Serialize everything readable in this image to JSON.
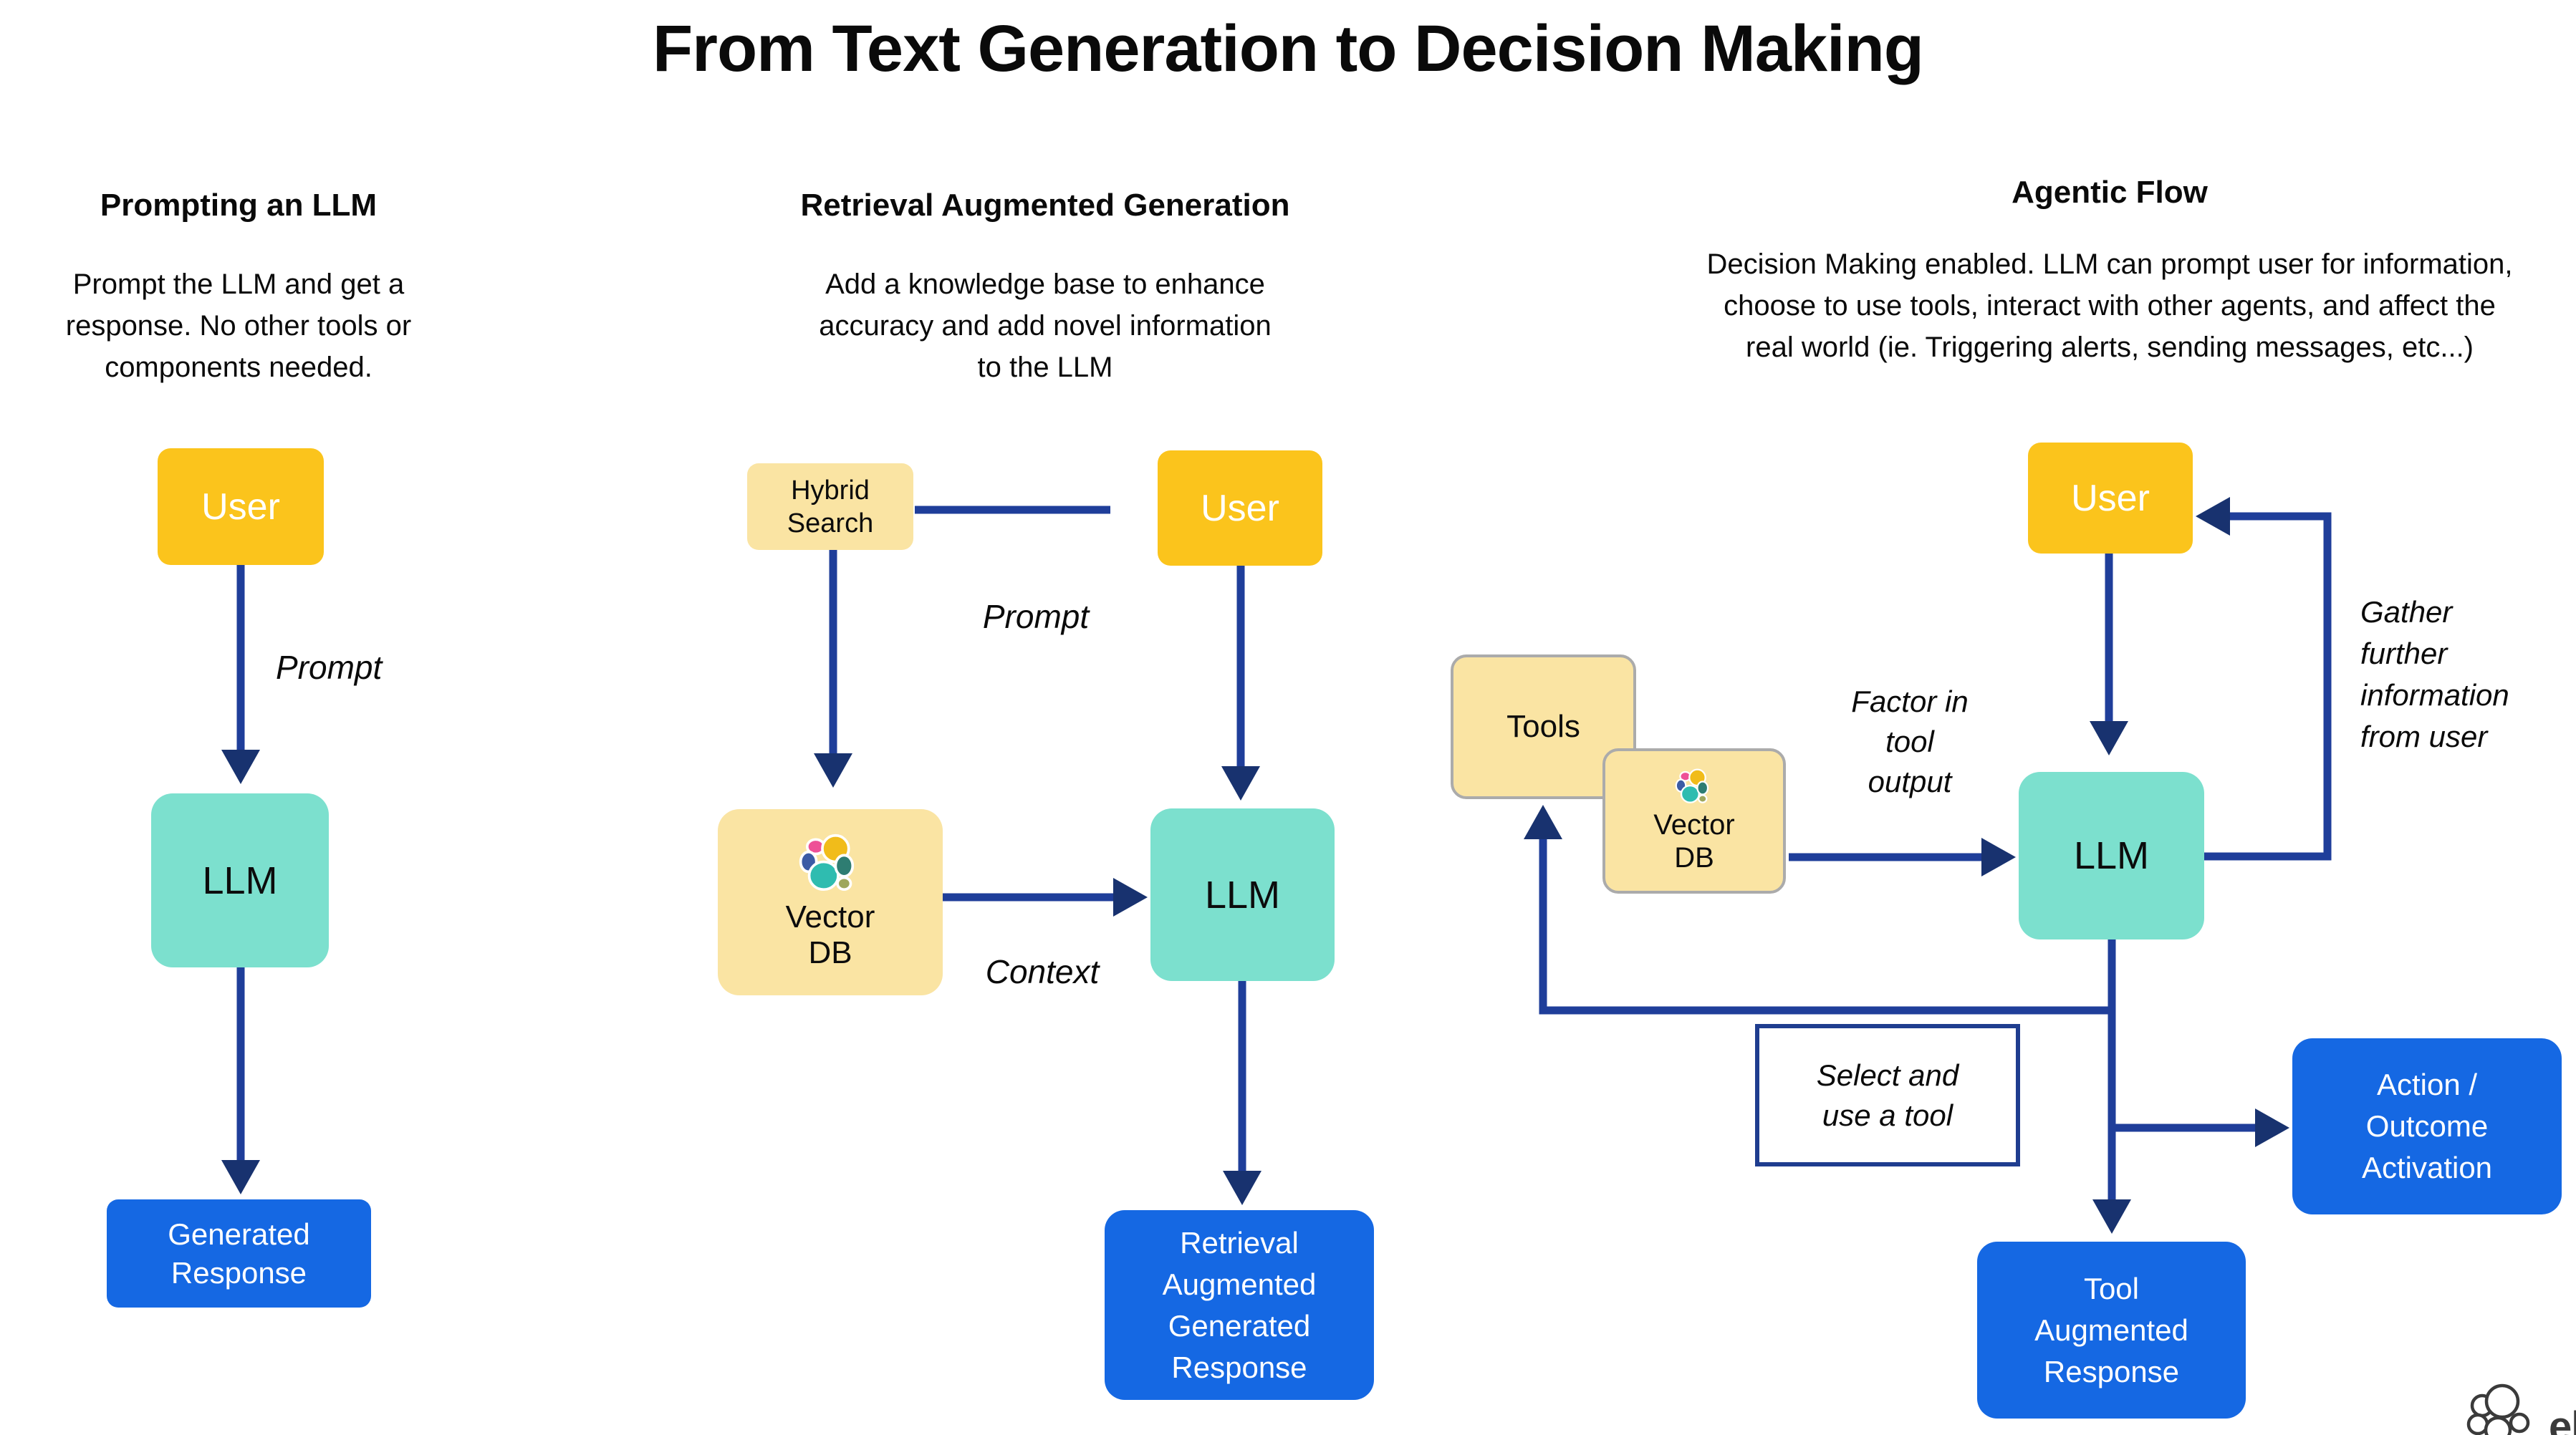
{
  "title": "From Text Generation to Decision Making",
  "colors": {
    "gold": "#FBC41C",
    "pale_yellow": "#FAE4A3",
    "teal": "#7CE0CE",
    "blue": "#1568E3",
    "line_navy": "#1F3E9A",
    "arrowhead_navy": "#18326F",
    "select_border_navy": "#1F3D8F",
    "node_border_gray": "#ABABAB"
  },
  "sections": {
    "prompting": {
      "heading": "Prompting an LLM",
      "description": "Prompt the LLM and get a response. No other tools or components needed.",
      "user_label": "User",
      "llm_label": "LLM",
      "response_label": "Generated\nResponse",
      "prompt_label": "Prompt"
    },
    "rag": {
      "heading": "Retrieval Augmented Generation",
      "description": "Add a knowledge base to enhance accuracy and add novel information to the LLM",
      "hybrid_label": "Hybrid\nSearch",
      "user_label": "User",
      "vector_db_label": "Vector\nDB",
      "llm_label": "LLM",
      "prompt_label": "Prompt",
      "context_label": "Context",
      "response_label": "Retrieval\nAugmented\nGenerated\nResponse"
    },
    "agentic": {
      "heading": "Agentic Flow",
      "description": "Decision Making enabled. LLM can prompt user for information, choose to use tools, interact with other agents, and affect the real world (ie. Triggering alerts, sending messages, etc...)",
      "user_label": "User",
      "tools_label": "Tools",
      "vector_db_label": "Vector\nDB",
      "llm_label": "LLM",
      "factor_label": "Factor in\ntool\noutput",
      "gather_label": "Gather\nfurther\ninformation\nfrom user",
      "select_label": "Select and\nuse a tool",
      "action_label": "Action /\nOutcome\nActivation",
      "tool_response_label": "Tool\nAugmented\nResponse"
    }
  },
  "footer": {
    "partial_logo_text": "ela"
  }
}
